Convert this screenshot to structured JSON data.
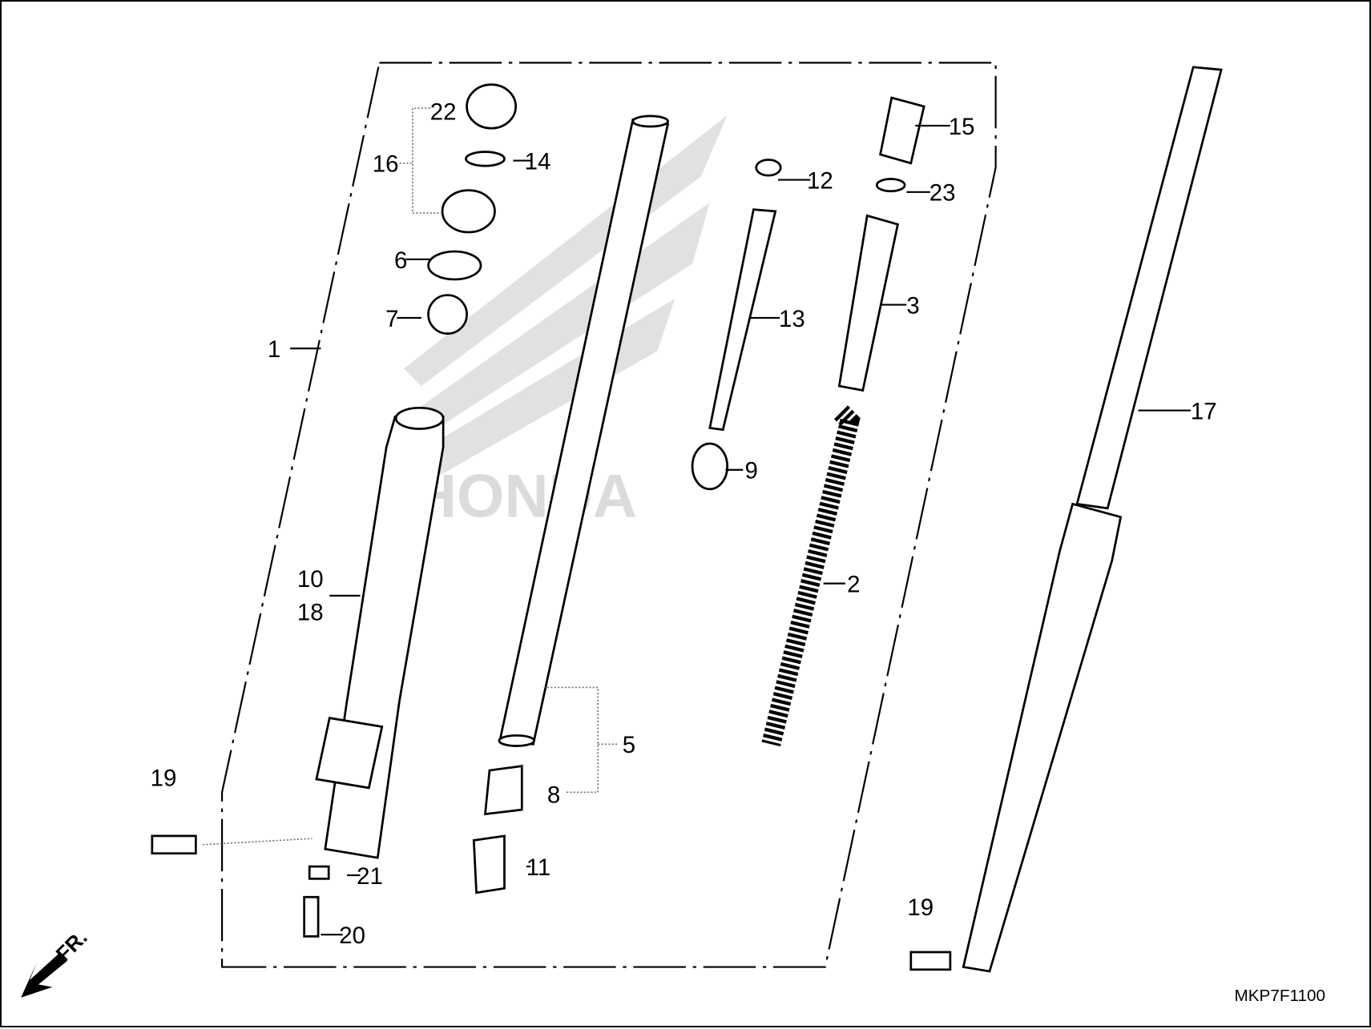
{
  "diagram": {
    "callouts": [
      "22",
      "14",
      "16",
      "6",
      "7",
      "1",
      "10",
      "18",
      "19",
      "21",
      "20",
      "5",
      "8",
      "11",
      "12",
      "13",
      "9",
      "15",
      "23",
      "3",
      "2",
      "17",
      "19"
    ],
    "diagram_code": "MKP7F1100",
    "front_arrow_label": "FR.",
    "watermark": "HONDA"
  }
}
